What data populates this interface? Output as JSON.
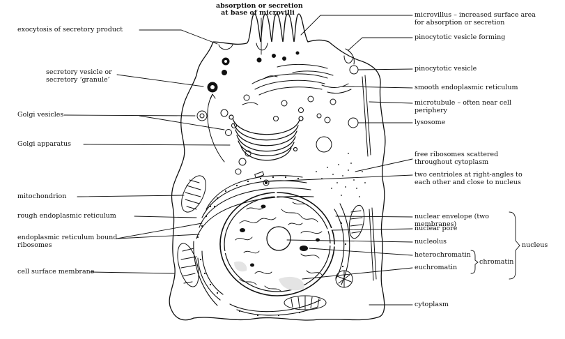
{
  "labels": {
    "exocytosis": "exocytosis of secretory product",
    "absorption_line1": "absorption or secretion",
    "absorption_line2": "at base of microvilli",
    "microvillus_line1": "microvillus – increased surface area",
    "microvillus_line2": "for absorption or secretion",
    "pinocytotic_forming": "pinocytotic vesicle forming",
    "pinocytotic_vesicle": "pinocytotic vesicle",
    "secretory_line1": "secretory vesicle or",
    "secretory_line2": "secretory ‘granule’",
    "smooth_er": "smooth endoplasmic reticulum",
    "microtubule_line1": "microtubule – often near cell",
    "microtubule_line2": "periphery",
    "golgi_vesicles": "Golgi vesicles",
    "lysosome": "lysosome",
    "golgi_apparatus": "Golgi apparatus",
    "free_ribosomes_line1": "free ribosomes scattered",
    "free_ribosomes_line2": "throughout cytoplasm",
    "centrioles_line1": "two centrioles at right-angles to",
    "centrioles_line2": "each other and close to nucleus",
    "mitochondrion": "mitochondrion",
    "rough_er": "rough endoplasmic reticulum",
    "nuclear_envelope_line1": "nuclear envelope (two",
    "nuclear_envelope_line2": "membranes)",
    "er_bound_line1": "endoplasmic reticulum bound",
    "er_bound_line2": "ribosomes",
    "nuclear_pore": "nuclear pore",
    "nucleolus": "nucleolus",
    "nucleus": "nucleus",
    "heterochromatin": "heterochromatin",
    "chromatin": "chromatin",
    "cell_surface_membrane": "cell surface membrane",
    "euchromatin": "euchromatin",
    "cytoplasm": "cytoplasm"
  },
  "colors": {
    "ink": "#111111",
    "paper": "#ffffff",
    "light_fill": "#e4e4e4"
  }
}
